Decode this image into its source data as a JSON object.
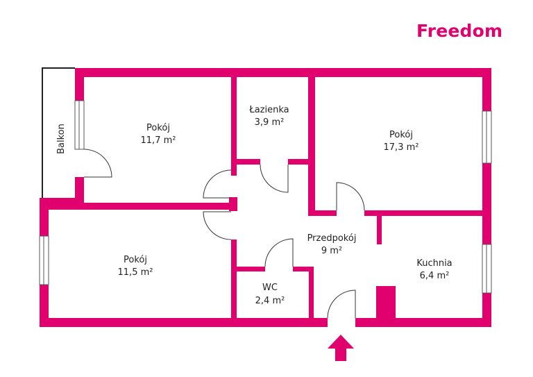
{
  "brand": {
    "logo_text": "Freedom",
    "color": "#e0006e"
  },
  "rooms": [
    {
      "name": "Pokój",
      "area": "11,7 m²"
    },
    {
      "name": "Łazienka",
      "area": "3,9 m²"
    },
    {
      "name": "Pokój",
      "area": "17,3 m²"
    },
    {
      "name": "Pokój",
      "area": "11,5 m²"
    },
    {
      "name": "Przedpokój",
      "area": "9 m²"
    },
    {
      "name": "Kuchnia",
      "area": "6,4 m²"
    },
    {
      "name": "WC",
      "area": "2,4 m²"
    }
  ],
  "balcony": {
    "label": "Balkon"
  },
  "entrance": {
    "icon": "arrow-up-icon"
  }
}
